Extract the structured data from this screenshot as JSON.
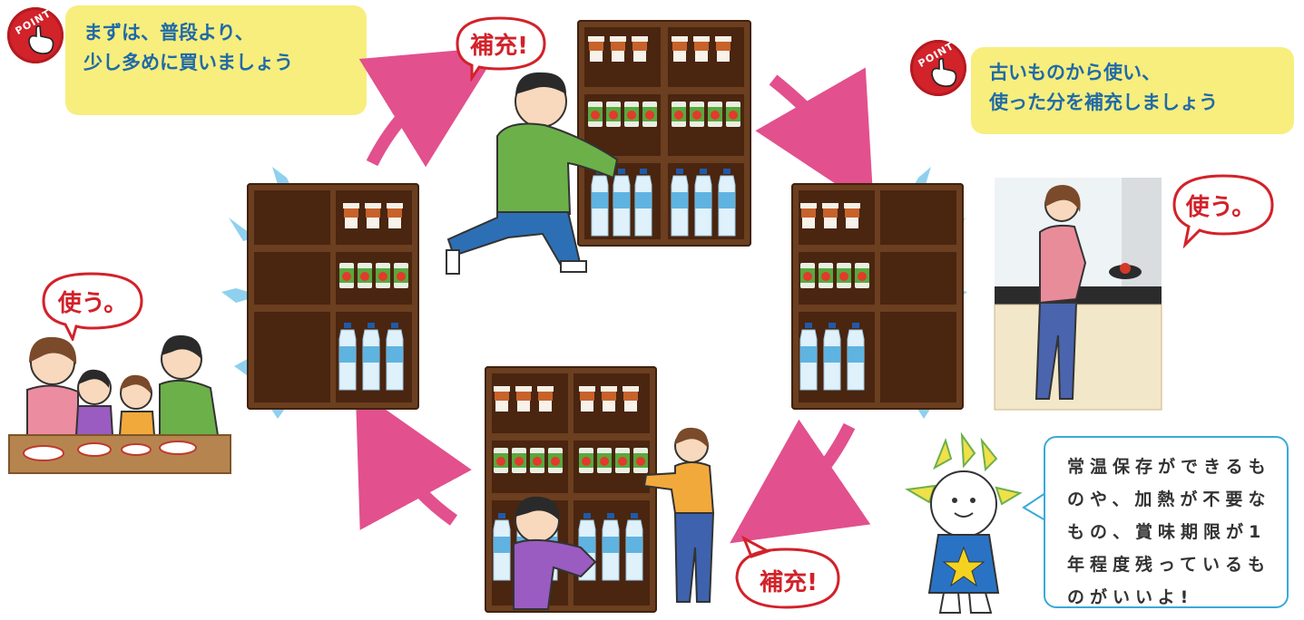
{
  "tips": {
    "left": {
      "lines": [
        "まずは、普段より、",
        "少し多めに買いましょう"
      ],
      "badge": "POINT"
    },
    "right": {
      "lines": [
        "古いものから使い、",
        "使った分を補充しましょう"
      ],
      "badge": "POINT"
    }
  },
  "bubbles": {
    "top": "補充!",
    "bottom": "補充!",
    "left_family": "使う。",
    "right_kitchen": "使う。"
  },
  "info_box": {
    "lines": [
      "常温保存ができるも",
      "のや、加熱が不要な",
      "もの、賞味期限が1",
      "年程度残っているも",
      "のがいいよ!"
    ]
  },
  "colors": {
    "tip_bg": "#f7ee7d",
    "tip_text": "#1f6aa8",
    "bubble_text": "#d2222a",
    "arrow": "#e2508d",
    "ray": "#8fd0ef",
    "shelf": "#6b3f1f",
    "info_border": "#3aa9d8"
  }
}
